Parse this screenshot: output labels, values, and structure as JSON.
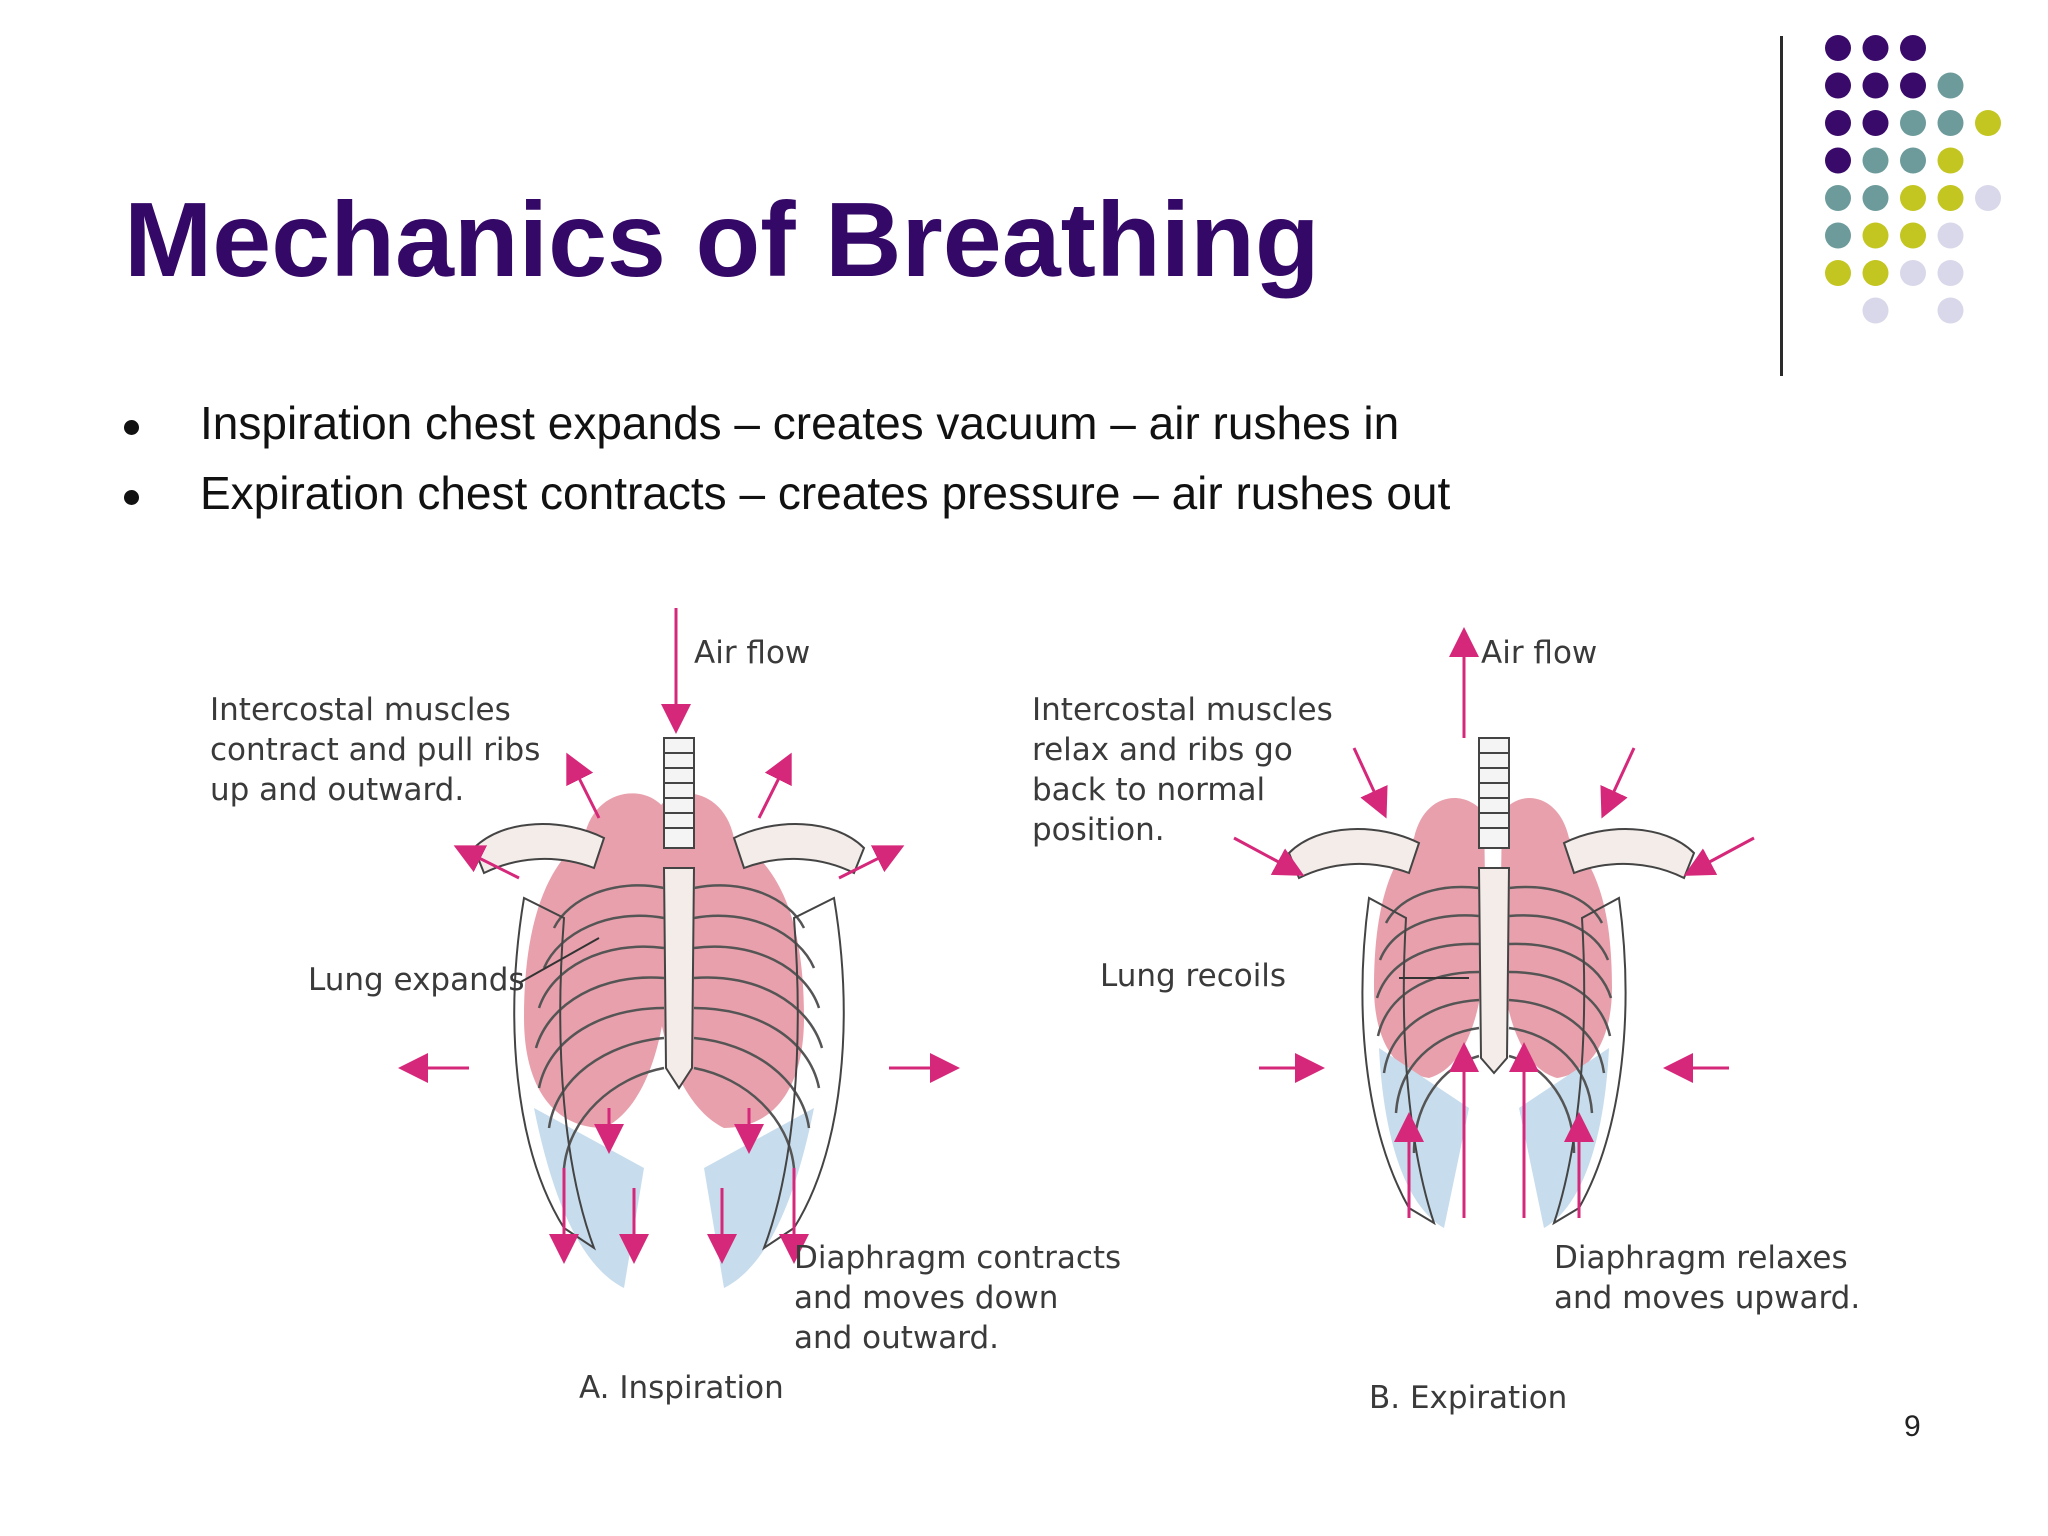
{
  "slide": {
    "title": "Mechanics of Breathing",
    "page_number": "9"
  },
  "bullets": [
    {
      "text": "Inspiration chest expands – creates vacuum – air rushes in"
    },
    {
      "text": "Expiration chest contracts – creates pressure – air rushes out"
    }
  ],
  "figure": {
    "inspiration": {
      "airflow": "Air flow",
      "intercostal": [
        "Intercostal muscles",
        "contract and pull ribs",
        "up and outward."
      ],
      "lung": "Lung expands",
      "diaphragm": [
        "Diaphragm contracts",
        "and moves down",
        "and outward."
      ],
      "caption": "A. Inspiration"
    },
    "expiration": {
      "airflow": "Air flow",
      "intercostal": [
        "Intercostal muscles",
        "relax and ribs go",
        "back to normal",
        "position."
      ],
      "lung": "Lung recoils",
      "diaphragm": [
        "Diaphragm relaxes",
        "and moves upward."
      ],
      "caption": "B. Expiration"
    }
  },
  "colors": {
    "title": "#330866",
    "dark_purple": "#3a0a6b",
    "teal": "#6d9b9b",
    "olive": "#c3c520",
    "lavender": "#d8d8ea",
    "arrow_magenta": "#d6287a",
    "lung_pink": "#e8a1ac",
    "diaphragm_blue": "#c7dcec"
  }
}
